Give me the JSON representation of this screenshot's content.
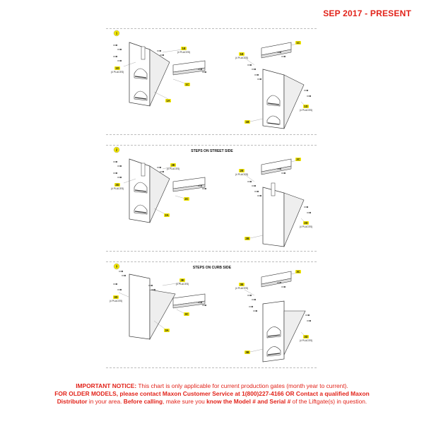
{
  "header": {
    "date_range": "SEP 2017 - PRESENT",
    "color": "#e2231a"
  },
  "sections": [
    {
      "badge": "1",
      "title": "",
      "left": {
        "top_label": "1E",
        "top_places": "(4 PLACES)",
        "side_label": "1D",
        "side_places": "(4 PLACES)",
        "rail_label": "1C",
        "plate_label": "1A"
      },
      "right": {
        "top_label": "1E",
        "top_places": "(4 PLACES)",
        "rail_label": "1C",
        "side_label": "1D",
        "side_places": "(4 PLACES)",
        "plate_label": "1B"
      }
    },
    {
      "badge": "2",
      "title": "STEPS ON STREET SIDE",
      "left": {
        "top_label": "2E",
        "top_places": "(4 PLACES)",
        "side_label": "2D",
        "side_places": "(4 PLACES)",
        "rail_label": "2C",
        "plate_label": "2A"
      },
      "right": {
        "top_label": "2E",
        "top_places": "(4 PLACES)",
        "rail_label": "2C",
        "side_label": "2D",
        "side_places": "(4 PLACES)",
        "plate_label": "2B"
      }
    },
    {
      "badge": "3",
      "title": "STEPS ON CURB SIDE",
      "left": {
        "top_label": "3E",
        "top_places": "(4 PLACES)",
        "side_label": "3D",
        "side_places": "(4 PLACES)",
        "rail_label": "3C",
        "plate_label": "3A"
      },
      "right": {
        "top_label": "3E",
        "top_places": "(4 PLACES)",
        "rail_label": "3C",
        "side_label": "3D",
        "side_places": "(4 PLACES)",
        "plate_label": "3B"
      }
    }
  ],
  "notice": {
    "lead": "IMPORTANT NOTICE:",
    "line1": " This chart is only applicable for current production gates (month year to current).",
    "older": "FOR OLDER MODELS, please contact Maxon Customer Service at 1(800)227-4166 OR Contact a qualified Maxon",
    "dist": "Distributor",
    "line3a": " in your area. ",
    "before": "Before calling",
    "line3b": ", make sure you ",
    "know": "know the Model # and Serial #",
    "line3c": " of the Liftgate(s) in question."
  }
}
